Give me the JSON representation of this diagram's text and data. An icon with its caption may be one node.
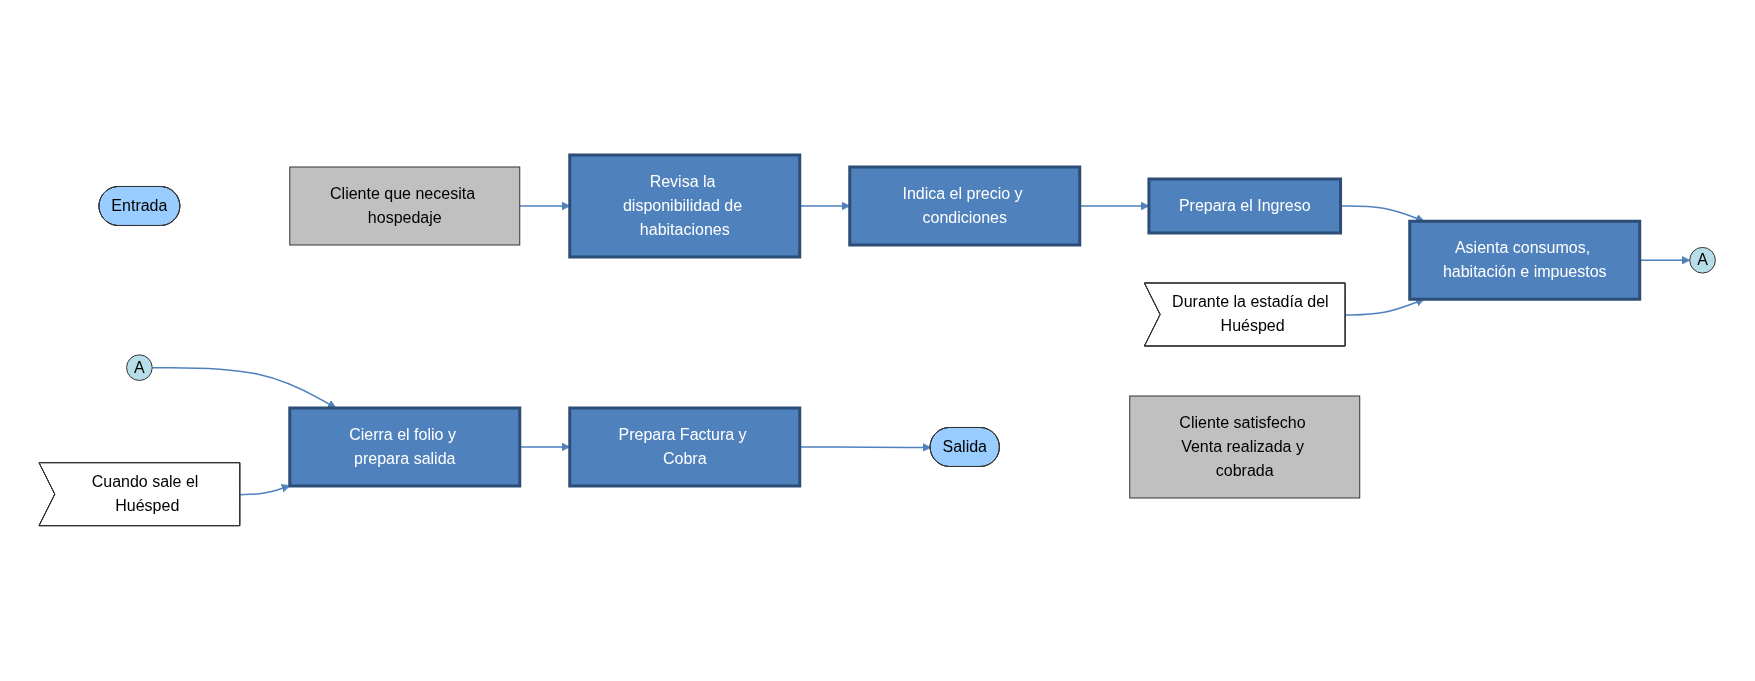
{
  "diagram": {
    "nodes": [
      {
        "text": [
          "Entrada"
        ]
      },
      {
        "text": [
          "Cliente que necesita hospedaje"
        ]
      },
      {
        "text": [
          "Revisa la disponibilidad de habitaciones"
        ]
      },
      {
        "text": [
          "Indica el precio y condiciones"
        ]
      },
      {
        "text": [
          "Prepara el Ingreso"
        ]
      },
      {
        "text": [
          "Durante la estadía del Huésped"
        ]
      },
      {
        "text": [
          "Asienta consumos, habitación e impuestos"
        ]
      },
      {
        "text": [
          "A"
        ]
      },
      {
        "text": [
          "Cuando sale el Huésped"
        ]
      },
      {
        "text": [
          "A"
        ]
      },
      {
        "text": [
          "Cierra el folio y prepara salida"
        ]
      },
      {
        "text": [
          "Prepara Factura y Cobra"
        ]
      },
      {
        "text": [
          "Salida"
        ]
      },
      {
        "text": [
          "Cliente satisfecho Venta realizada y cobrada"
        ]
      }
    ],
    "edges": [
      {
        "from": 1,
        "to": 2,
        "arrow": "to"
      },
      {
        "from": 2,
        "to": 3,
        "arrow": "to"
      },
      {
        "from": 3,
        "to": 4,
        "arrow": "to"
      },
      {
        "from": 4,
        "to": 6,
        "arrow": "to"
      },
      {
        "from": 5,
        "to": 6,
        "arrow": "to"
      },
      {
        "from": 6,
        "to": 7,
        "arrow": "to"
      },
      {
        "from": 9,
        "to": 10,
        "arrow": "to"
      },
      {
        "from": 8,
        "to": 10,
        "arrow": "to"
      },
      {
        "from": 10,
        "to": 11,
        "arrow": "to"
      },
      {
        "from": 11,
        "to": 12,
        "arrow": "to"
      }
    ]
  }
}
